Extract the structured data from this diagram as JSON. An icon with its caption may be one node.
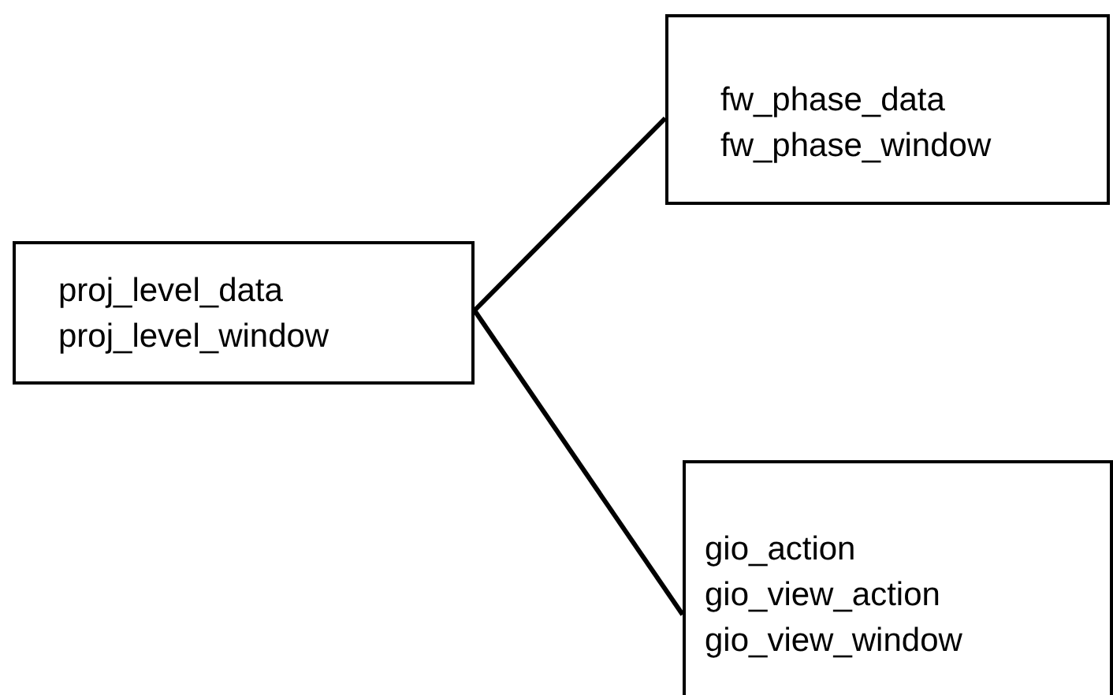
{
  "diagram": {
    "nodes": [
      {
        "text": [
          "proj_level_data",
          "proj_level_window"
        ]
      },
      {
        "text": [
          "fw_phase_data",
          "fw_phase_window"
        ]
      },
      {
        "text": [
          "gio_action",
          "gio_view_action",
          "gio_view_window"
        ]
      }
    ],
    "edges": [
      {
        "from": 0,
        "to": 1,
        "arrow": "none"
      },
      {
        "from": 0,
        "to": 2,
        "arrow": "none"
      }
    ]
  }
}
